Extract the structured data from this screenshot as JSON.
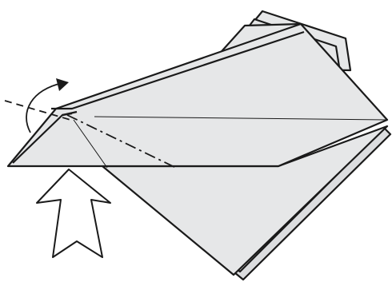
{
  "diagram": {
    "type": "origami-fold-instruction",
    "colors": {
      "paper": "#e6e7e8",
      "paper_shadow": "#dcdddf",
      "line": "#1a1a1a",
      "background": "#ffffff"
    },
    "icons": {
      "rotation_arrow": "curved-arrow-icon",
      "push_arrow": "hollow-up-arrow-icon"
    },
    "line_styles": [
      "solid",
      "dashed",
      "dash-dot"
    ]
  }
}
